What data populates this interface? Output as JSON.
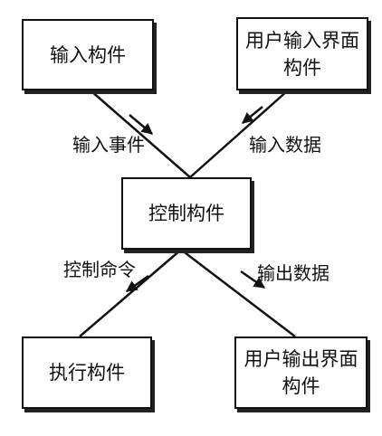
{
  "nodes": {
    "input_component": "输入构件",
    "ui_input_component": "用户输入界面\n构件",
    "control_component": "控制构件",
    "execute_component": "执行构件",
    "ui_output_component": "用户输出界面\n构件"
  },
  "edges": {
    "input_event": "输入事件",
    "input_data": "输入数据",
    "control_command": "控制命令",
    "output_data": "输出数据"
  },
  "colors": {
    "line": "#111111",
    "shadow": "#222222",
    "background": "#ffffff"
  }
}
